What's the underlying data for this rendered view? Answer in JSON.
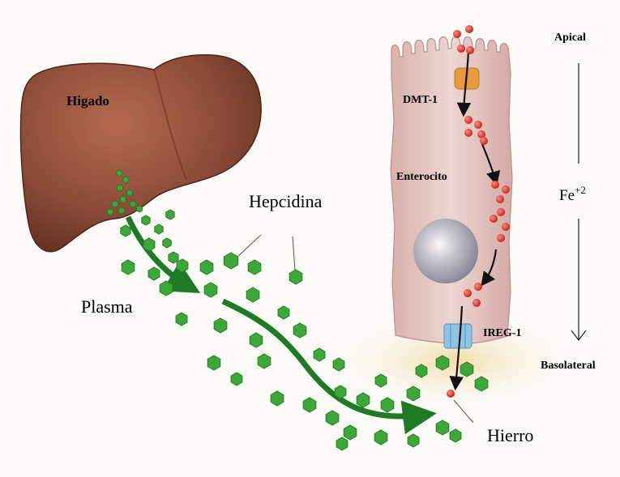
{
  "labels": {
    "liver": "Higado",
    "hepcidin": "Hepcidina",
    "plasma": "Plasma",
    "dmt1": "DMT-1",
    "enterocyte": "Enterocito",
    "ireg1": "IREG-1",
    "iron": "Hierro",
    "apical": "Apical",
    "basolateral": "Basolateral",
    "fe": "Fe",
    "fe_charge": "+2"
  },
  "colors": {
    "liver": "#8a4a36",
    "hepcidin": "#3da83a",
    "iron": "#d62a26",
    "dmt1": "#e89a3c",
    "ireg1": "#8fc4e6",
    "arrow_green": "#1f7a26",
    "cell": "#e6c6c2"
  }
}
